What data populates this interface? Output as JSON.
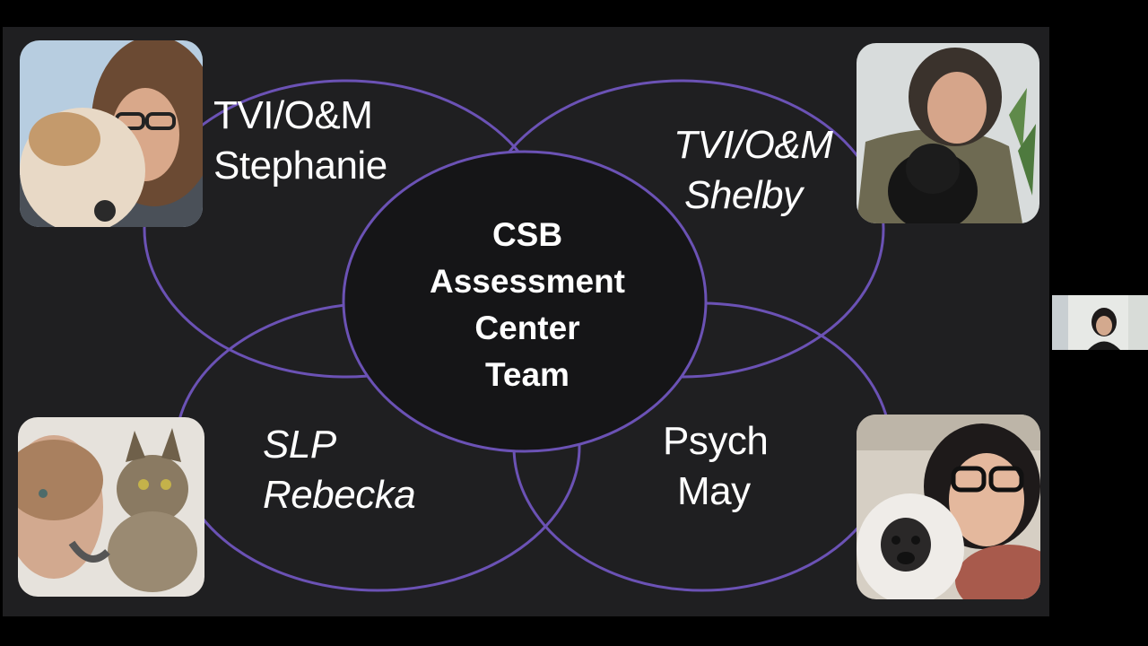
{
  "slide": {
    "title_lines": [
      "CSB",
      "Assessment",
      "Center",
      "Team"
    ],
    "members": [
      {
        "role": "TVI/O&M",
        "name": "Stephanie"
      },
      {
        "role": "TVI/O&M",
        "name": "Shelby"
      },
      {
        "role": "SLP",
        "name": "Rebecka"
      },
      {
        "role": "Psych",
        "name": "May"
      }
    ]
  },
  "colors": {
    "slide_background": "#1f1f21",
    "ring_stroke": "#6b52b5",
    "center_fill": "#151517",
    "text": "#ffffff"
  },
  "icons": {
    "member_photos": [
      "woman-with-dog-photo",
      "woman-with-black-dog-photo",
      "woman-with-cat-photo",
      "woman-with-dog-glasses-photo"
    ],
    "participant_thumbnail": "webcam-participant-thumbnail"
  }
}
